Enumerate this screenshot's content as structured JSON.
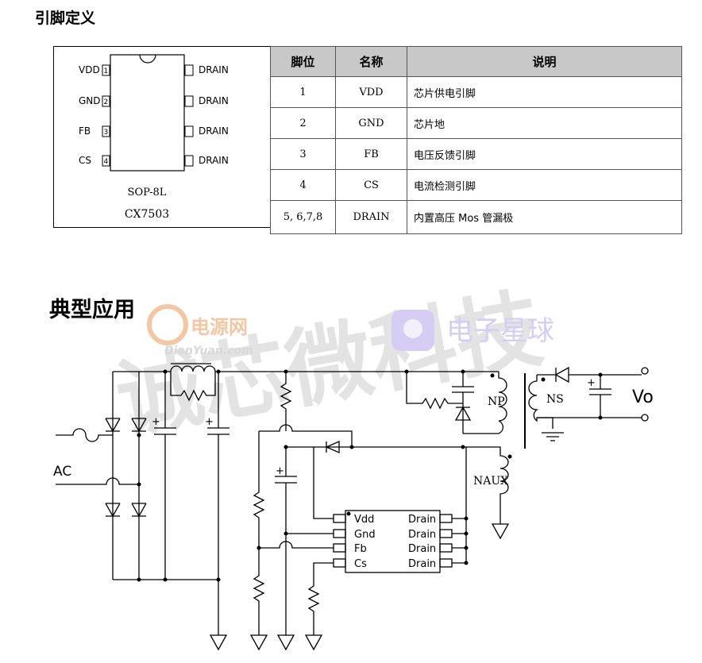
{
  "sections": {
    "pin_definition": "引脚定义",
    "typical_application": "典型应用"
  },
  "package": {
    "left_pins": [
      {
        "label": "VDD",
        "num": "1"
      },
      {
        "label": "GND",
        "num": "2"
      },
      {
        "label": "FB",
        "num": "3"
      },
      {
        "label": "CS",
        "num": "4"
      }
    ],
    "right_pins": [
      "DRAIN",
      "DRAIN",
      "DRAIN",
      "DRAIN"
    ],
    "package_name": "SOP-8L",
    "part_number": "CX7503"
  },
  "pin_table": {
    "headers": [
      "脚位",
      "名称",
      "说明"
    ],
    "rows": [
      {
        "pin": "1",
        "name": "VDD",
        "desc": "芯片供电引脚"
      },
      {
        "pin": "2",
        "name": "GND",
        "desc": "芯片地"
      },
      {
        "pin": "3",
        "name": "FB",
        "desc": "电压反馈引脚"
      },
      {
        "pin": "4",
        "name": "CS",
        "desc": "电流检测引脚"
      },
      {
        "pin": "5, 6,7,8",
        "name": "DRAIN",
        "desc": "内置高压 Mos 管漏极"
      }
    ]
  },
  "schematic": {
    "ac_label": "AC",
    "np_label": "NP",
    "ns_label": "NS",
    "naux_label": "NAUX",
    "vo_label": "Vo",
    "chip_left_pins": [
      "Vdd",
      "Gnd",
      "Fb",
      "Cs"
    ],
    "chip_right_pins": [
      "Drain",
      "Drain",
      "Drain",
      "Drain"
    ],
    "plus_sign": "+"
  },
  "watermarks": {
    "company": "诚芯微科技",
    "site_cn": "电源网",
    "site_en": "DianYuan.com",
    "planet": "电子星球"
  },
  "colors": {
    "watermark_gray": "#d4d4d4",
    "watermark_orange": "#f3c7a4",
    "watermark_purple": "#d5cdf3",
    "header_gray": "#c8c8c8"
  }
}
